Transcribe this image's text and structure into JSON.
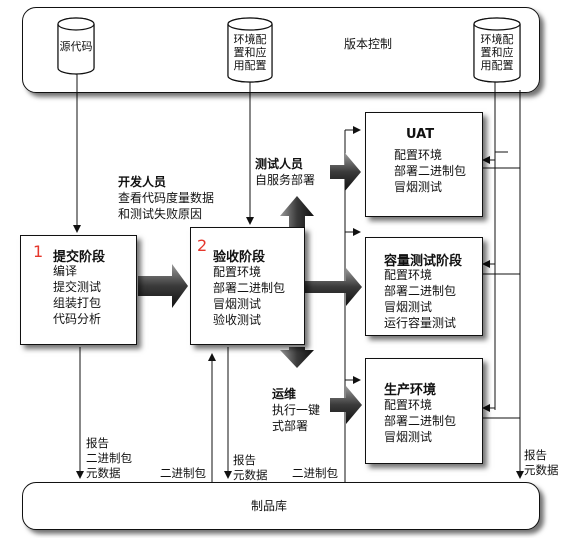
{
  "version_control": {
    "label": "版本控制",
    "source_repo": "源代码",
    "env_config_left": [
      "环境配",
      "置和应",
      "用配置"
    ],
    "env_config_right": [
      "环境配",
      "置和应",
      "用配置"
    ]
  },
  "artifact_repo": {
    "label": "制品库"
  },
  "stages": {
    "commit": {
      "number": "1",
      "title": "提交阶段",
      "items": [
        "编译",
        "提交测试",
        "组装打包",
        "代码分析"
      ]
    },
    "acceptance": {
      "number": "2",
      "title": "验收阶段",
      "items": [
        "配置环境",
        "部署二进制包",
        "冒烟测试",
        "验收测试"
      ]
    },
    "uat": {
      "title": "UAT",
      "items": [
        "配置环境",
        "部署二进制包",
        "冒烟测试"
      ]
    },
    "capacity": {
      "title": "容量测试阶段",
      "items": [
        "配置环境",
        "部署二进制包",
        "冒烟测试",
        "运行容量测试"
      ]
    },
    "production": {
      "title": "生产环境",
      "items": [
        "配置环境",
        "部署二进制包",
        "冒烟测试"
      ]
    }
  },
  "actors": {
    "developers": {
      "title": "开发人员",
      "lines": [
        "查看代码度量数据",
        "和测试失败原因"
      ]
    },
    "testers": {
      "title": "测试人员",
      "lines": [
        "自服务部署"
      ]
    },
    "ops": {
      "title": "运维",
      "lines": [
        "执行一键",
        "式部署"
      ]
    }
  },
  "flows": {
    "commit_to_repo": [
      "报告",
      "二进制包",
      "元数据"
    ],
    "repo_to_acceptance": "二进制包",
    "acceptance_report": [
      "报告",
      "元数据"
    ],
    "repo_to_envs": "二进制包",
    "envs_report": [
      "报告",
      "元数据"
    ]
  }
}
